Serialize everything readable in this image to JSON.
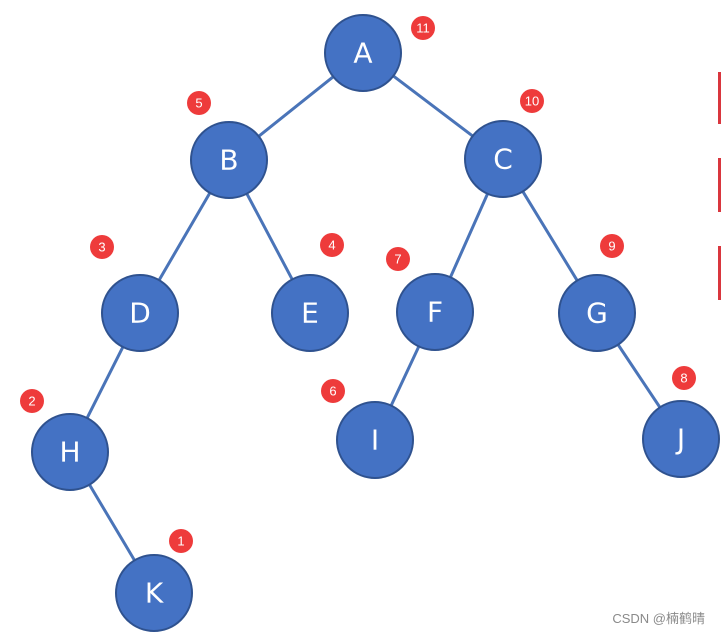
{
  "colors": {
    "node_fill": "#4472c4",
    "node_stroke": "#2f528f",
    "edge": "#4a74b8",
    "badge": "#ee3b3b",
    "side_mark": "#d9363e"
  },
  "tree": {
    "nodes": [
      {
        "id": "A",
        "label": "A",
        "order": "11"
      },
      {
        "id": "B",
        "label": "B",
        "order": "5"
      },
      {
        "id": "C",
        "label": "C",
        "order": "10"
      },
      {
        "id": "D",
        "label": "D",
        "order": "3"
      },
      {
        "id": "E",
        "label": "E",
        "order": "4"
      },
      {
        "id": "F",
        "label": "F",
        "order": "7"
      },
      {
        "id": "G",
        "label": "G",
        "order": "9"
      },
      {
        "id": "H",
        "label": "H",
        "order": "2"
      },
      {
        "id": "I",
        "label": "I",
        "order": "6"
      },
      {
        "id": "J",
        "label": "J",
        "order": "8"
      },
      {
        "id": "K",
        "label": "K",
        "order": "1"
      }
    ],
    "edges": [
      {
        "from": "A",
        "to": "B"
      },
      {
        "from": "A",
        "to": "C"
      },
      {
        "from": "B",
        "to": "D"
      },
      {
        "from": "B",
        "to": "E"
      },
      {
        "from": "C",
        "to": "F"
      },
      {
        "from": "C",
        "to": "G"
      },
      {
        "from": "D",
        "to": "H"
      },
      {
        "from": "H",
        "to": "K"
      },
      {
        "from": "F",
        "to": "I"
      },
      {
        "from": "G",
        "to": "J"
      }
    ]
  },
  "watermark": "CSDN @楠鹤晴"
}
